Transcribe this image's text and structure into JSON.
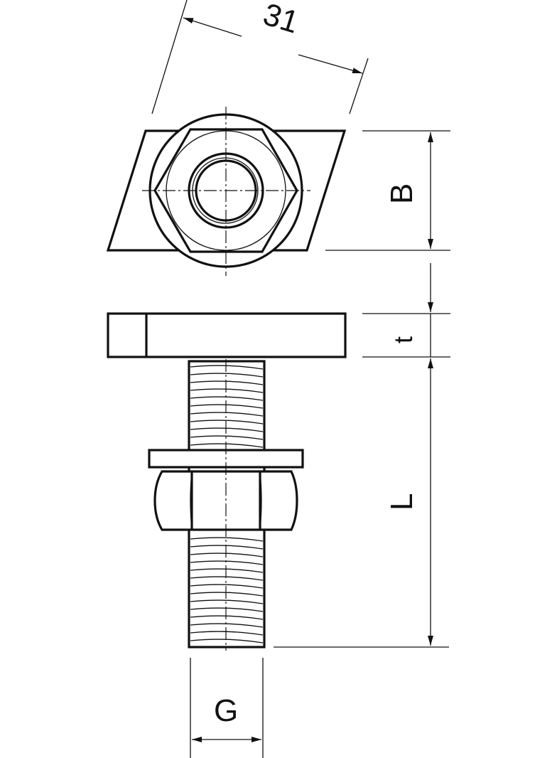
{
  "dimensions": {
    "width_label": "31",
    "height_label": "B",
    "thickness_label": "t",
    "length_label": "L",
    "thread_label": "G"
  },
  "colors": {
    "line": "#111111",
    "background": "#ffffff"
  }
}
